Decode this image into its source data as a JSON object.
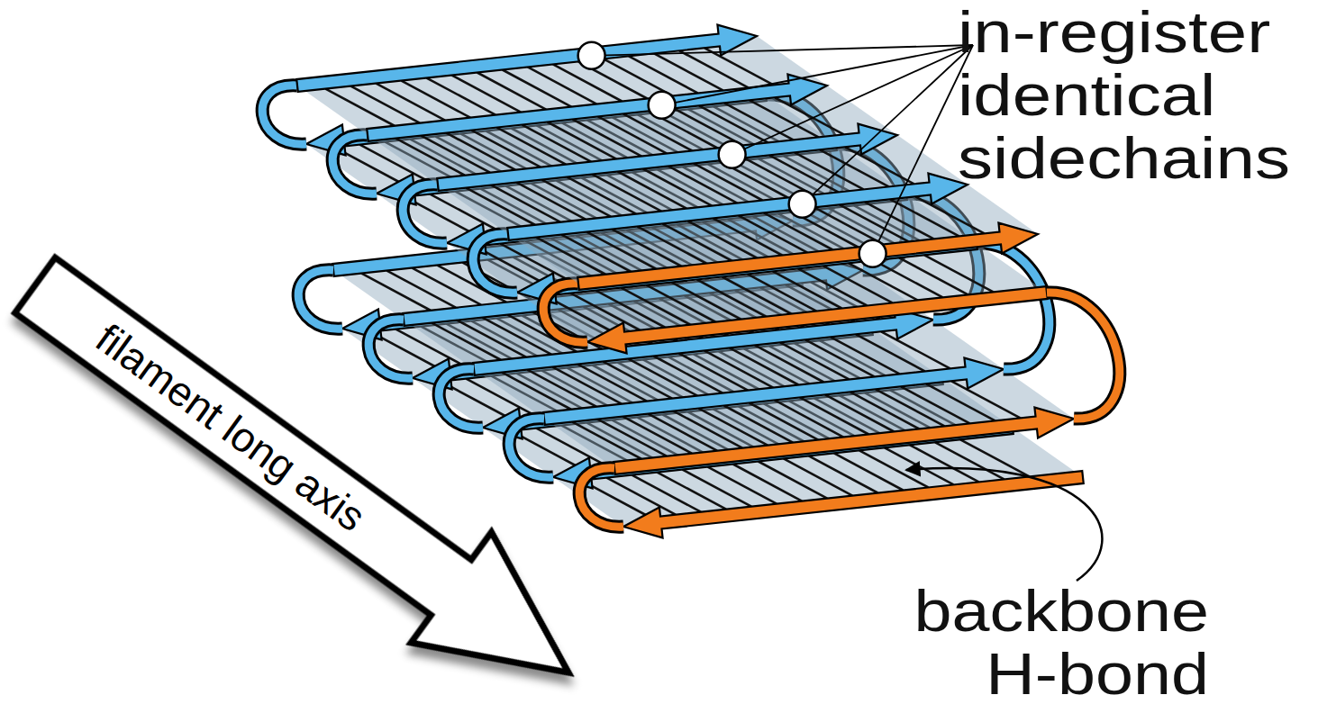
{
  "diagram": {
    "nodes": [
      {
        "text": [
          "filament long axis"
        ]
      }
    ],
    "labels": [
      "in-register identical sidechains",
      "backbone H-bond"
    ]
  }
}
